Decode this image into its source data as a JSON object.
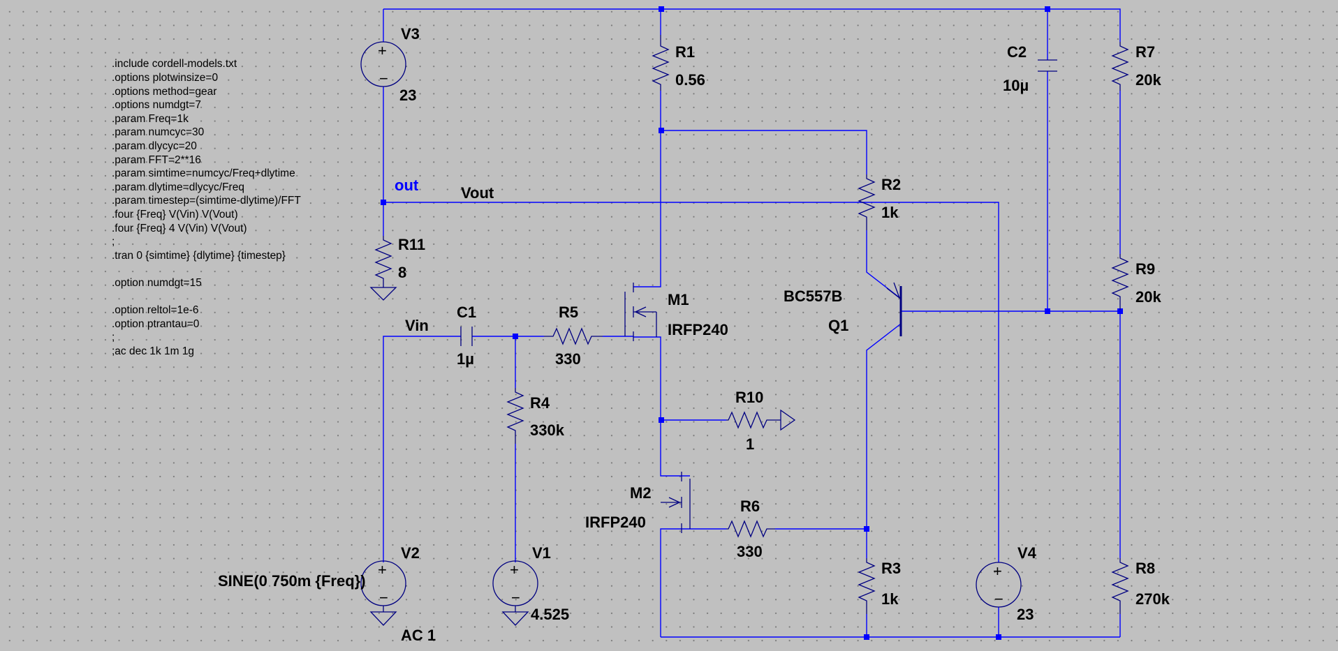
{
  "colors": {
    "background": "#c0c0c0",
    "grid_dot": "#7a7a7a",
    "wire": "#0000ff",
    "symbol": "#000080",
    "text": "#000000",
    "net_label_out": "#0000ff"
  },
  "directives": [
    ".include cordell-models.txt",
    ".options plotwinsize=0",
    ".options method=gear",
    ".options numdgt=7",
    ".param Freq=1k",
    ".param numcyc=30",
    ".param dlycyc=20",
    ".param FFT=2**16",
    ".param simtime=numcyc/Freq+dlytime",
    ".param dlytime=dlycyc/Freq",
    ".param timestep=(simtime-dlytime)/FFT",
    ".four {Freq} V(Vin) V(Vout)",
    ".four {Freq} 4 V(Vin) V(Vout)",
    ";",
    ".tran 0 {simtime} {dlytime} {timestep}",
    "",
    ".option numdgt=15",
    "",
    ".option reltol=1e-6",
    ".option ptrantau=0",
    ";",
    ";ac dec 1k 1m 1g"
  ],
  "nets": {
    "out": "out",
    "vout": "Vout",
    "vin": "Vin"
  },
  "components": {
    "V3": {
      "name": "V3",
      "value": "23"
    },
    "V2": {
      "name": "V2",
      "value": "SINE(0 750m {Freq})",
      "ac": "AC 1"
    },
    "V1": {
      "name": "V1",
      "value": "4.525"
    },
    "V4": {
      "name": "V4",
      "value": "23"
    },
    "R1": {
      "name": "R1",
      "value": "0.56"
    },
    "R2": {
      "name": "R2",
      "value": "1k"
    },
    "R3": {
      "name": "R3",
      "value": "1k"
    },
    "R4": {
      "name": "R4",
      "value": "330k"
    },
    "R5": {
      "name": "R5",
      "value": "330"
    },
    "R6": {
      "name": "R6",
      "value": "330"
    },
    "R7": {
      "name": "R7",
      "value": "20k"
    },
    "R8": {
      "name": "R8",
      "value": "270k"
    },
    "R9": {
      "name": "R9",
      "value": "20k"
    },
    "R10": {
      "name": "R10",
      "value": "1"
    },
    "R11": {
      "name": "R11",
      "value": "8"
    },
    "C1": {
      "name": "C1",
      "value": "1µ"
    },
    "C2": {
      "name": "C2",
      "value": "10µ"
    },
    "M1": {
      "name": "M1",
      "value": "IRFP240"
    },
    "M2": {
      "name": "M2",
      "value": "IRFP240"
    },
    "Q1": {
      "name": "Q1",
      "value": "BC557B"
    }
  }
}
